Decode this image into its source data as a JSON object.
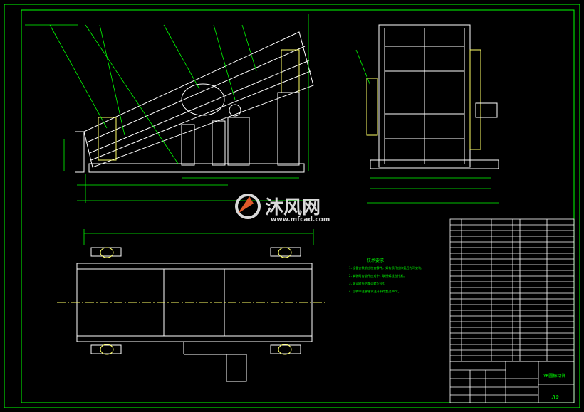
{
  "drawing": {
    "title_block_name": "YK圆振动筛",
    "sheet_size": "A0",
    "notes_title": "技术要求",
    "notes": [
      "1.设备安装前应检查零件，如有损坏应修复后方可安装。",
      "2.安装时各部件应对中，联接螺栓应拧紧。",
      "3.调试时先空车运转2小时。",
      "4.运转中注意轴承温升不得超过40℃。"
    ]
  },
  "watermark": {
    "brand": "沐风网",
    "url": "www.mfcad.com"
  },
  "colors": {
    "background": "#000000",
    "lines": "#ffffff",
    "dimension": "#00ff00",
    "accent_yellow": "#ffff66",
    "cyan": "#00ffff",
    "watermark": "#d9d9d9",
    "watermark_icon": "#e05a2a"
  }
}
